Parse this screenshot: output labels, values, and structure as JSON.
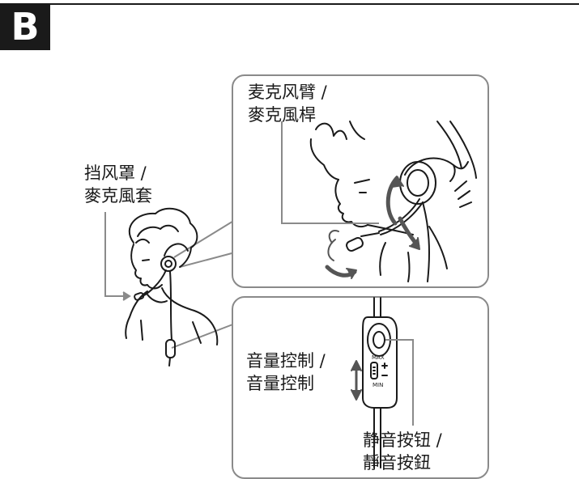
{
  "section_letter": "B",
  "labels": {
    "mic_arm": {
      "line1": "麦克风臂 /",
      "line2": "麥克風桿"
    },
    "windscreen": {
      "line1": "挡风罩 /",
      "line2": "麥克風套"
    },
    "volume_control": {
      "line1": "音量控制 /",
      "line2": "音量控制"
    },
    "mute_button": {
      "line1": "静音按钮 /",
      "line2": "靜音按鈕"
    }
  },
  "remote_marks": {
    "max": "MAX",
    "min": "MIN"
  },
  "colors": {
    "ink": "#1a1a1a",
    "panel_border": "#8a8a8a",
    "callout_line": "#8a8a8a"
  }
}
